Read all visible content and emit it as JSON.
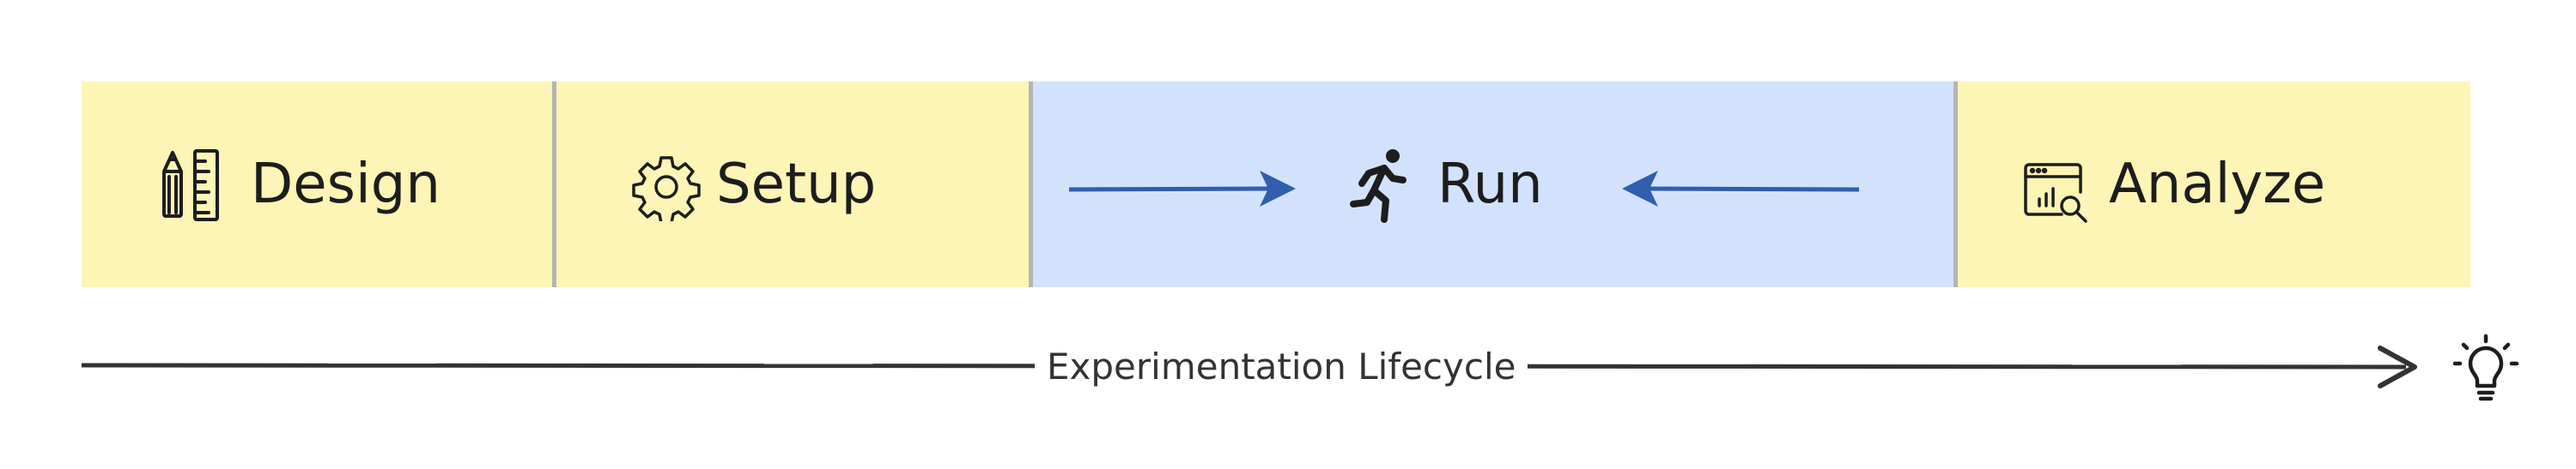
{
  "stages": [
    {
      "label": "Design",
      "icon": "pencil-ruler-icon",
      "color": "#fdf5b6"
    },
    {
      "label": "Setup",
      "icon": "gear-icon",
      "color": "#fdf5b6"
    },
    {
      "label": "Run",
      "icon": "running-person-icon",
      "color": "#d3e2fc"
    },
    {
      "label": "Analyze",
      "icon": "analytics-window-icon",
      "color": "#fdf5b6"
    }
  ],
  "lifecycle": {
    "label": "Experimentation Lifecycle",
    "end_icon": "lightbulb-icon"
  },
  "colors": {
    "yellow": "#fdf5b6",
    "blue": "#d3e2fc",
    "arrow_blue": "#2f5eaf",
    "timeline": "#333333",
    "separator": "#b4b4b4"
  }
}
